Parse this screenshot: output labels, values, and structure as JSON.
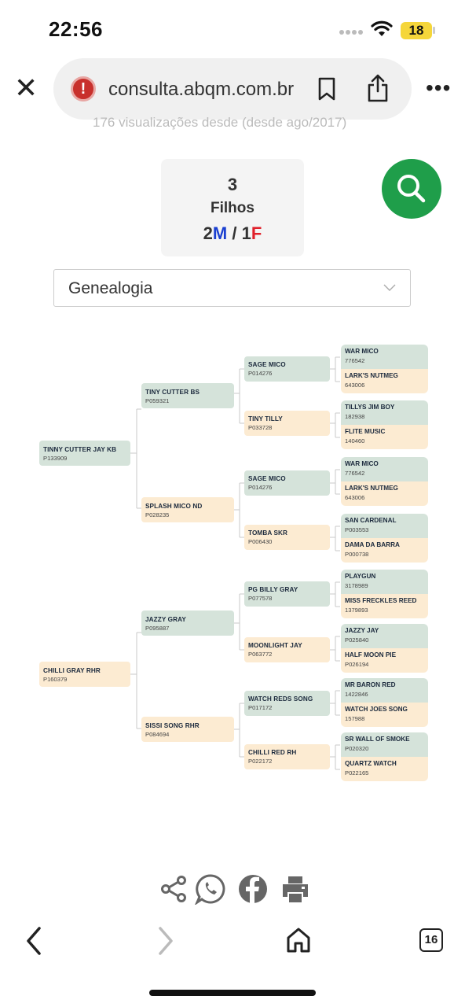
{
  "status_bar": {
    "time": "22:56",
    "battery": "18"
  },
  "browser": {
    "url": "consulta.abqm.com.br",
    "tab_count": "16"
  },
  "faded_text": "176 visualizações desde (desde ago/2017)",
  "offspring": {
    "count": "3",
    "label": "Filhos",
    "male_count": "2",
    "male_letter": "M",
    "separator": "/",
    "female_count": "1",
    "female_letter": "F"
  },
  "view_select": {
    "value": "Genealogia"
  },
  "colors": {
    "male_bg": "#d5e3da",
    "female_bg": "#fcebd2",
    "accent_green": "#1f9e4a",
    "male_text": "#1a3fd1",
    "female_text": "#e0202a"
  },
  "pedigree": {
    "sire": {
      "name": "TINNY CUTTER JAY KB",
      "reg": "P133909",
      "sire": {
        "name": "TINY CUTTER BS",
        "reg": "P059321",
        "sire": {
          "name": "SAGE MICO",
          "reg": "P014276",
          "sire": {
            "name": "WAR MICO",
            "reg": "776542"
          },
          "dam": {
            "name": "LARK'S NUTMEG",
            "reg": "643006"
          }
        },
        "dam": {
          "name": "TINY TILLY",
          "reg": "P033728",
          "sire": {
            "name": "TILLYS JIM BOY",
            "reg": "182938"
          },
          "dam": {
            "name": "FLITE MUSIC",
            "reg": "140460"
          }
        }
      },
      "dam": {
        "name": "SPLASH MICO ND",
        "reg": "P028235",
        "sire": {
          "name": "SAGE MICO",
          "reg": "P014276",
          "sire": {
            "name": "WAR MICO",
            "reg": "776542"
          },
          "dam": {
            "name": "LARK'S NUTMEG",
            "reg": "643006"
          }
        },
        "dam": {
          "name": "TOMBA SKR",
          "reg": "P006430",
          "sire": {
            "name": "SAN CARDENAL",
            "reg": "P003553"
          },
          "dam": {
            "name": "DAMA DA BARRA",
            "reg": "P000738"
          }
        }
      }
    },
    "dam": {
      "name": "CHILLI GRAY RHR",
      "reg": "P160379",
      "sire": {
        "name": "JAZZY GRAY",
        "reg": "P095887",
        "sire": {
          "name": "PG BILLY GRAY",
          "reg": "P077578",
          "sire": {
            "name": "PLAYGUN",
            "reg": "3178989"
          },
          "dam": {
            "name": "MISS FRECKLES REED",
            "reg": "1379893"
          }
        },
        "dam": {
          "name": "MOONLIGHT JAY",
          "reg": "P063772",
          "sire": {
            "name": "JAZZY JAY",
            "reg": "P025840"
          },
          "dam": {
            "name": "HALF MOON PIE",
            "reg": "P026194"
          }
        }
      },
      "dam": {
        "name": "SISSI SONG RHR",
        "reg": "P084694",
        "sire": {
          "name": "WATCH REDS SONG",
          "reg": "P017172",
          "sire": {
            "name": "MR BARON RED",
            "reg": "1422846"
          },
          "dam": {
            "name": "WATCH JOES SONG",
            "reg": "157988"
          }
        },
        "dam": {
          "name": "CHILLI RED RH",
          "reg": "P022172",
          "sire": {
            "name": "SR WALL OF SMOKE",
            "reg": "P020320"
          },
          "dam": {
            "name": "QUARTZ WATCH",
            "reg": "P022165"
          }
        }
      }
    }
  },
  "social_icons": [
    "share-icon",
    "whatsapp-icon",
    "facebook-icon",
    "print-icon"
  ]
}
